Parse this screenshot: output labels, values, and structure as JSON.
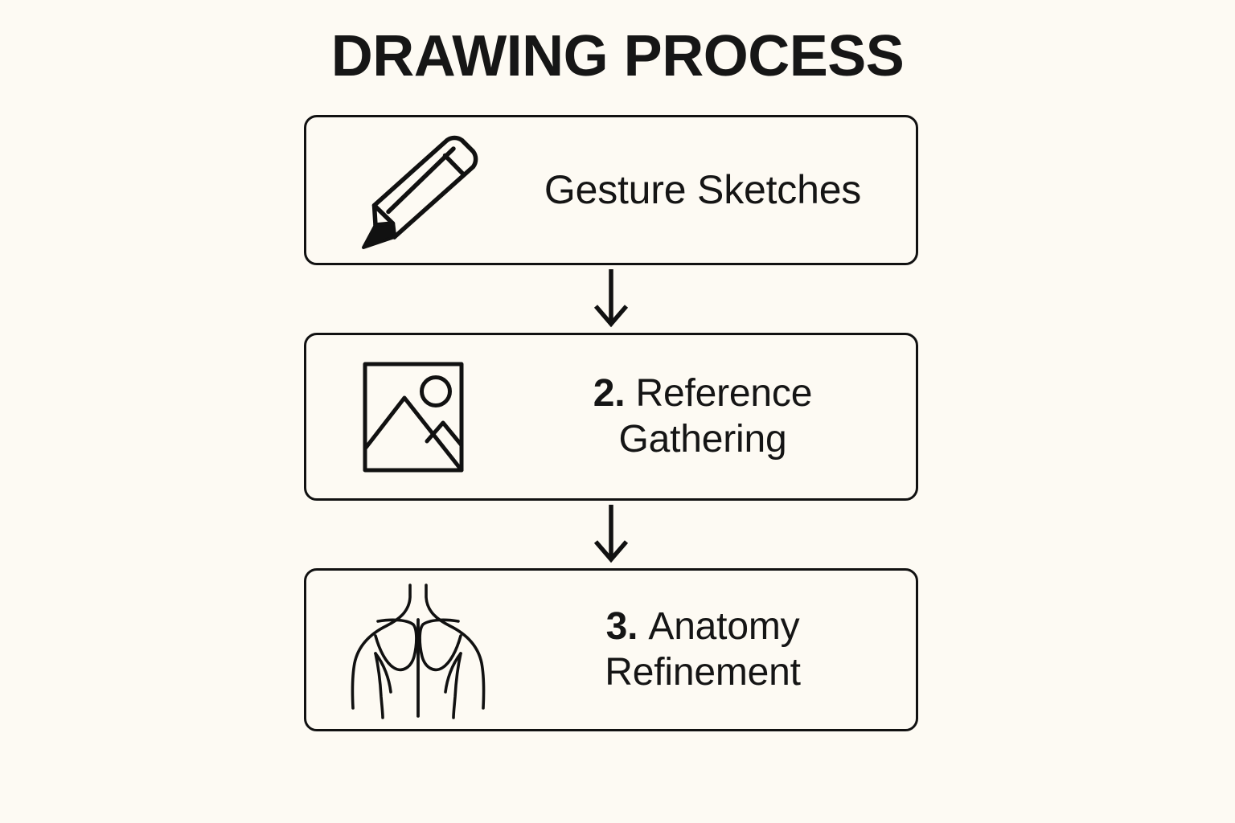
{
  "page": {
    "title": "DRAWING PROCESS",
    "background_color": "#FDFAF3",
    "ink_color": "#111111"
  },
  "flow": {
    "orientation": "vertical",
    "steps": [
      {
        "number": "",
        "label": "Gesture Sketches",
        "icon": "pencil-icon"
      },
      {
        "number": "2.",
        "label": "Reference Gathering",
        "icon": "image-landscape-icon"
      },
      {
        "number": "3.",
        "label": "Anatomy Refinement",
        "icon": "anatomy-torso-icon"
      }
    ],
    "connectors": [
      {
        "icon": "arrow-down-icon"
      },
      {
        "icon": "arrow-down-icon"
      }
    ]
  }
}
